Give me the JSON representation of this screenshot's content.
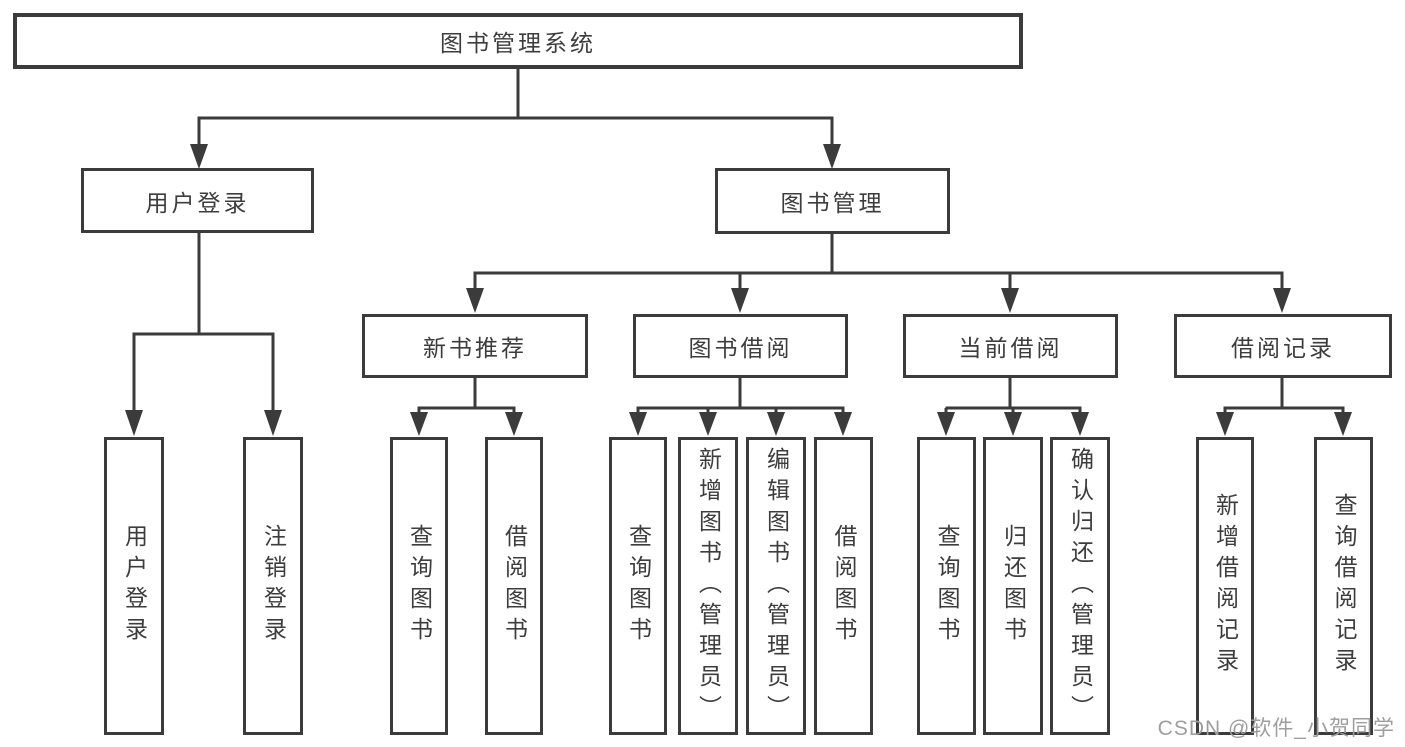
{
  "diagram": {
    "root": {
      "label": "图书管理系统"
    },
    "level2": [
      {
        "label": "用户登录"
      },
      {
        "label": "图书管理"
      }
    ],
    "level3": [
      {
        "label": "新书推荐"
      },
      {
        "label": "图书借阅"
      },
      {
        "label": "当前借阅"
      },
      {
        "label": "借阅记录"
      }
    ],
    "leaves": [
      {
        "label": "用户登录"
      },
      {
        "label": "注销登录"
      },
      {
        "label": "查询图书"
      },
      {
        "label": "借阅图书"
      },
      {
        "label": "查询图书"
      },
      {
        "label": "新增图书（管理员）"
      },
      {
        "label": "编辑图书（管理员）"
      },
      {
        "label": "借阅图书"
      },
      {
        "label": "查询图书"
      },
      {
        "label": "归还图书"
      },
      {
        "label": "确认归还（管理员）"
      },
      {
        "label": "新增借阅记录"
      },
      {
        "label": "查询借阅记录"
      }
    ],
    "watermark": {
      "label": "CSDN @软件_小贺同学"
    },
    "colors": {
      "line": "#3b3b3b",
      "text": "#3d3d3d",
      "box_background": "#ffffff",
      "watermark": "#9e9e9e",
      "page_background": "#ffffff"
    }
  }
}
